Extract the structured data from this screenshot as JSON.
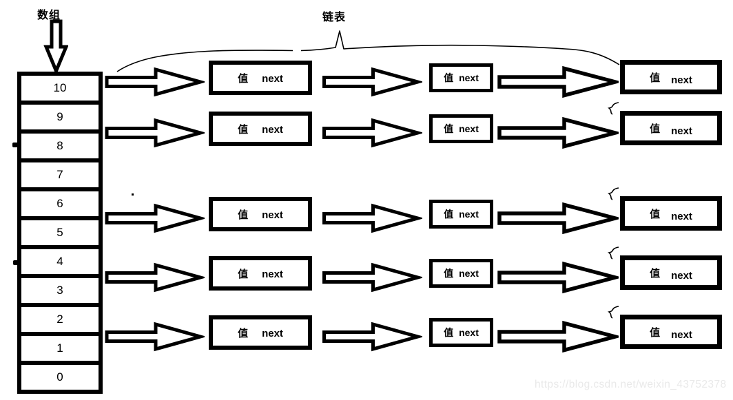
{
  "diagram": {
    "array_title": "数组",
    "linked_list_title": "链表",
    "array_cells": [
      "10",
      "9",
      "8",
      "7",
      "6",
      "5",
      "4",
      "3",
      "2",
      "1",
      "0"
    ],
    "node_labels": {
      "value": "值",
      "next": "next"
    },
    "linked_rows": [
      {
        "array_index": "10",
        "node_count": 3
      },
      {
        "array_index": "8",
        "node_count": 3
      },
      {
        "array_index": "5",
        "node_count": 3
      },
      {
        "array_index": "3",
        "node_count": 3
      },
      {
        "array_index": "1",
        "node_count": 3
      }
    ]
  },
  "watermark": "https://blog.csdn.net/weixin_43752378",
  "colors": {
    "ink": "#000000",
    "background": "#ffffff",
    "watermark_text": "#e9e9e9"
  }
}
